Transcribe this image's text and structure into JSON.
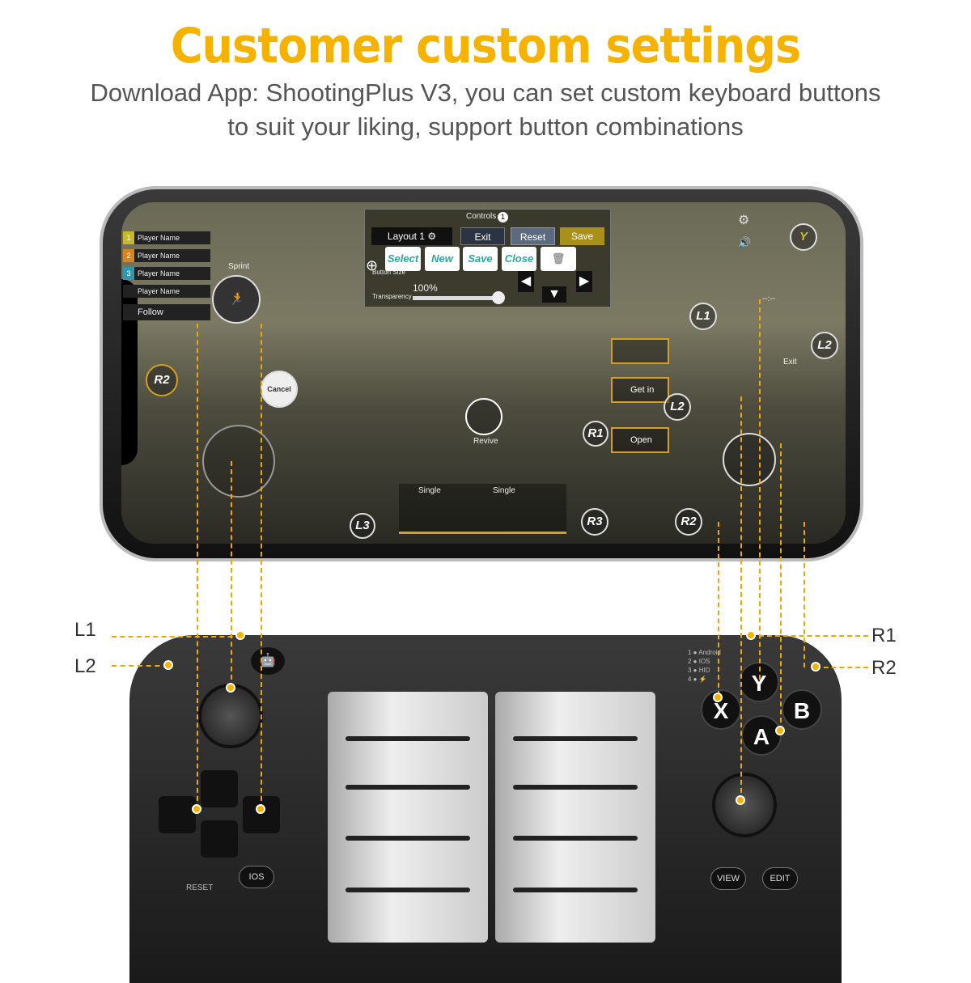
{
  "header": {
    "title": "Customer custom settings",
    "subtitle_line1": "Download App: ShootingPlus V3, you can set custom keyboard buttons",
    "subtitle_line2": "to suit your liking, support button combinations"
  },
  "game_ui": {
    "controls_title": "Controls",
    "controls_badge": "1",
    "layout": "Layout 1",
    "exit": "Exit",
    "reset": "Reset",
    "save": "Save",
    "popup": [
      "Select",
      "New",
      "Save",
      "Close"
    ],
    "button_size_label": "Button Size",
    "transparency_label": "Transparency",
    "transparency_value": "100%",
    "transparency_level": 1.0,
    "players": [
      {
        "n": "1",
        "name": "Player Name",
        "color": "#c8b82a"
      },
      {
        "n": "2",
        "name": "Player Name",
        "color": "#d8861c"
      },
      {
        "n": "3",
        "name": "Player Name",
        "color": "#2a9ab0"
      },
      {
        "n": "",
        "name": "Player Name",
        "color": "#222"
      }
    ],
    "follow": "Follow",
    "sprint": "Sprint",
    "cancel": "Cancel",
    "revive": "Revive",
    "get_in": "Get in",
    "open": "Open",
    "exit_label": "Exit",
    "ammo": "--:--",
    "fire_mode_left": "Single",
    "fire_mode_right": "Single",
    "keys": {
      "l1": "L1",
      "l2": "L2",
      "r1": "R1",
      "r2": "R2",
      "r2b": "R2",
      "r3": "R3",
      "l3": "L3",
      "l2b": "L2",
      "y": "Y"
    }
  },
  "controller": {
    "labels": {
      "l1": "L1",
      "l2": "L2",
      "r1": "R1",
      "r2": "R2"
    },
    "modes": [
      {
        "n": "1",
        "label": "Android"
      },
      {
        "n": "2",
        "label": "IOS"
      },
      {
        "n": "3",
        "label": "HID"
      },
      {
        "n": "4",
        "label": "⚡"
      }
    ],
    "face": {
      "x": "X",
      "y": "Y",
      "a": "A",
      "b": "B"
    },
    "ios": "IOS",
    "reset": "RESET",
    "view": "VIEW",
    "edit": "EDIT"
  },
  "colors": {
    "accent": "#f6b200",
    "teal": "#2aa89a"
  }
}
